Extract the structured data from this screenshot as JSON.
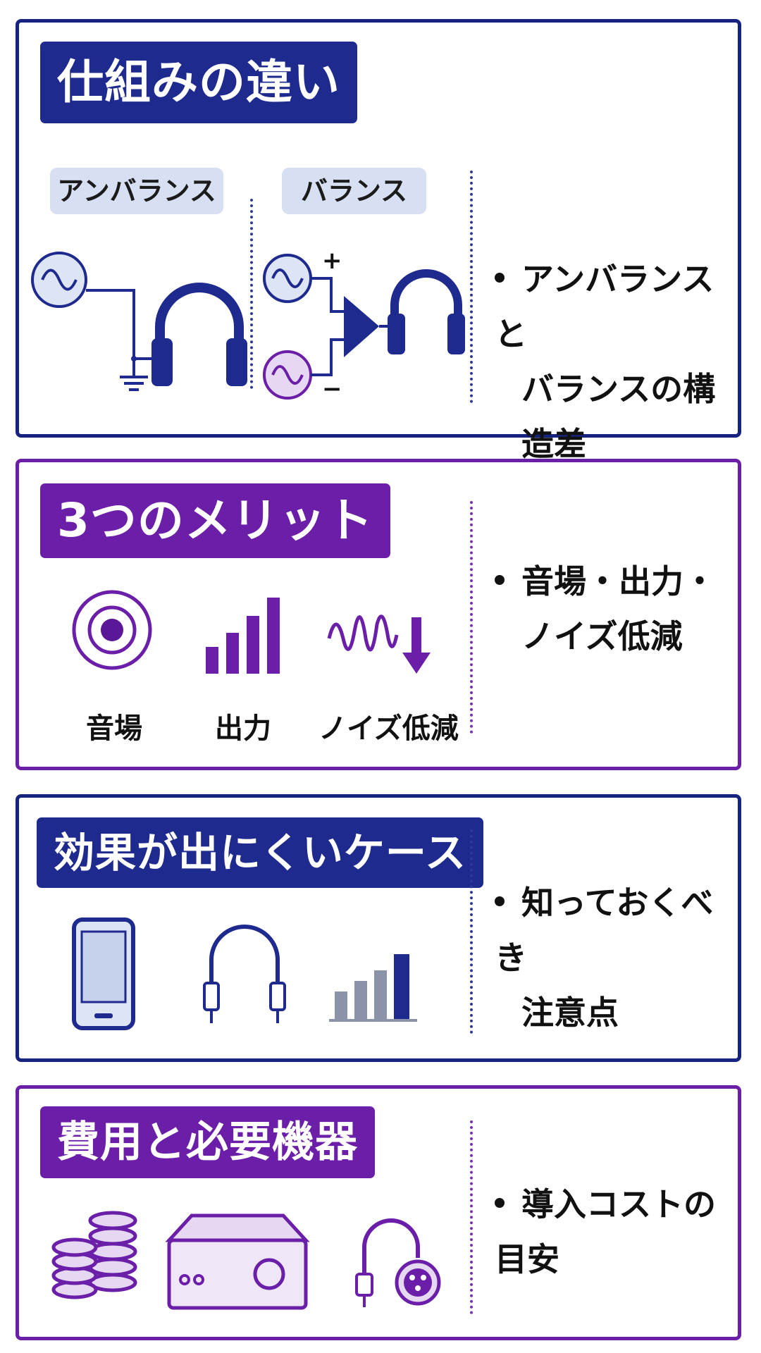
{
  "sections": [
    {
      "title": "仕組みの違い",
      "pills": [
        "アンバランス",
        "バランス"
      ],
      "signs": [
        "+",
        "−"
      ],
      "bullet_lines": [
        "アンバランスと",
        "バランスの構造差"
      ]
    },
    {
      "title": "3つのメリット",
      "icon_labels": [
        "音場",
        "出力",
        "ノイズ低減"
      ],
      "bullet_lines": [
        "音場・出力・",
        "ノイズ低減"
      ]
    },
    {
      "title": "効果が出にくいケース",
      "bullet_lines": [
        "知っておくべき",
        "注意点"
      ]
    },
    {
      "title": "費用と必要機器",
      "bullet_lines": [
        "導入コストの目安"
      ]
    }
  ],
  "icons": {
    "section1": [
      "sine-source-icon",
      "ground-icon",
      "headphones-icon",
      "amplifier-icon"
    ],
    "section2": [
      "soundstage-icon",
      "bar-chart-icon",
      "noise-wave-icon",
      "down-arrow-icon"
    ],
    "section3": [
      "smartphone-icon",
      "cable-icon",
      "bar-chart-icon"
    ],
    "section4": [
      "coins-icon",
      "amplifier-box-icon",
      "xlr-cable-icon"
    ]
  },
  "colors": {
    "navy": "#1f2a8f",
    "purple": "#6b1fa8",
    "pill_bg": "#d7e0f2"
  }
}
